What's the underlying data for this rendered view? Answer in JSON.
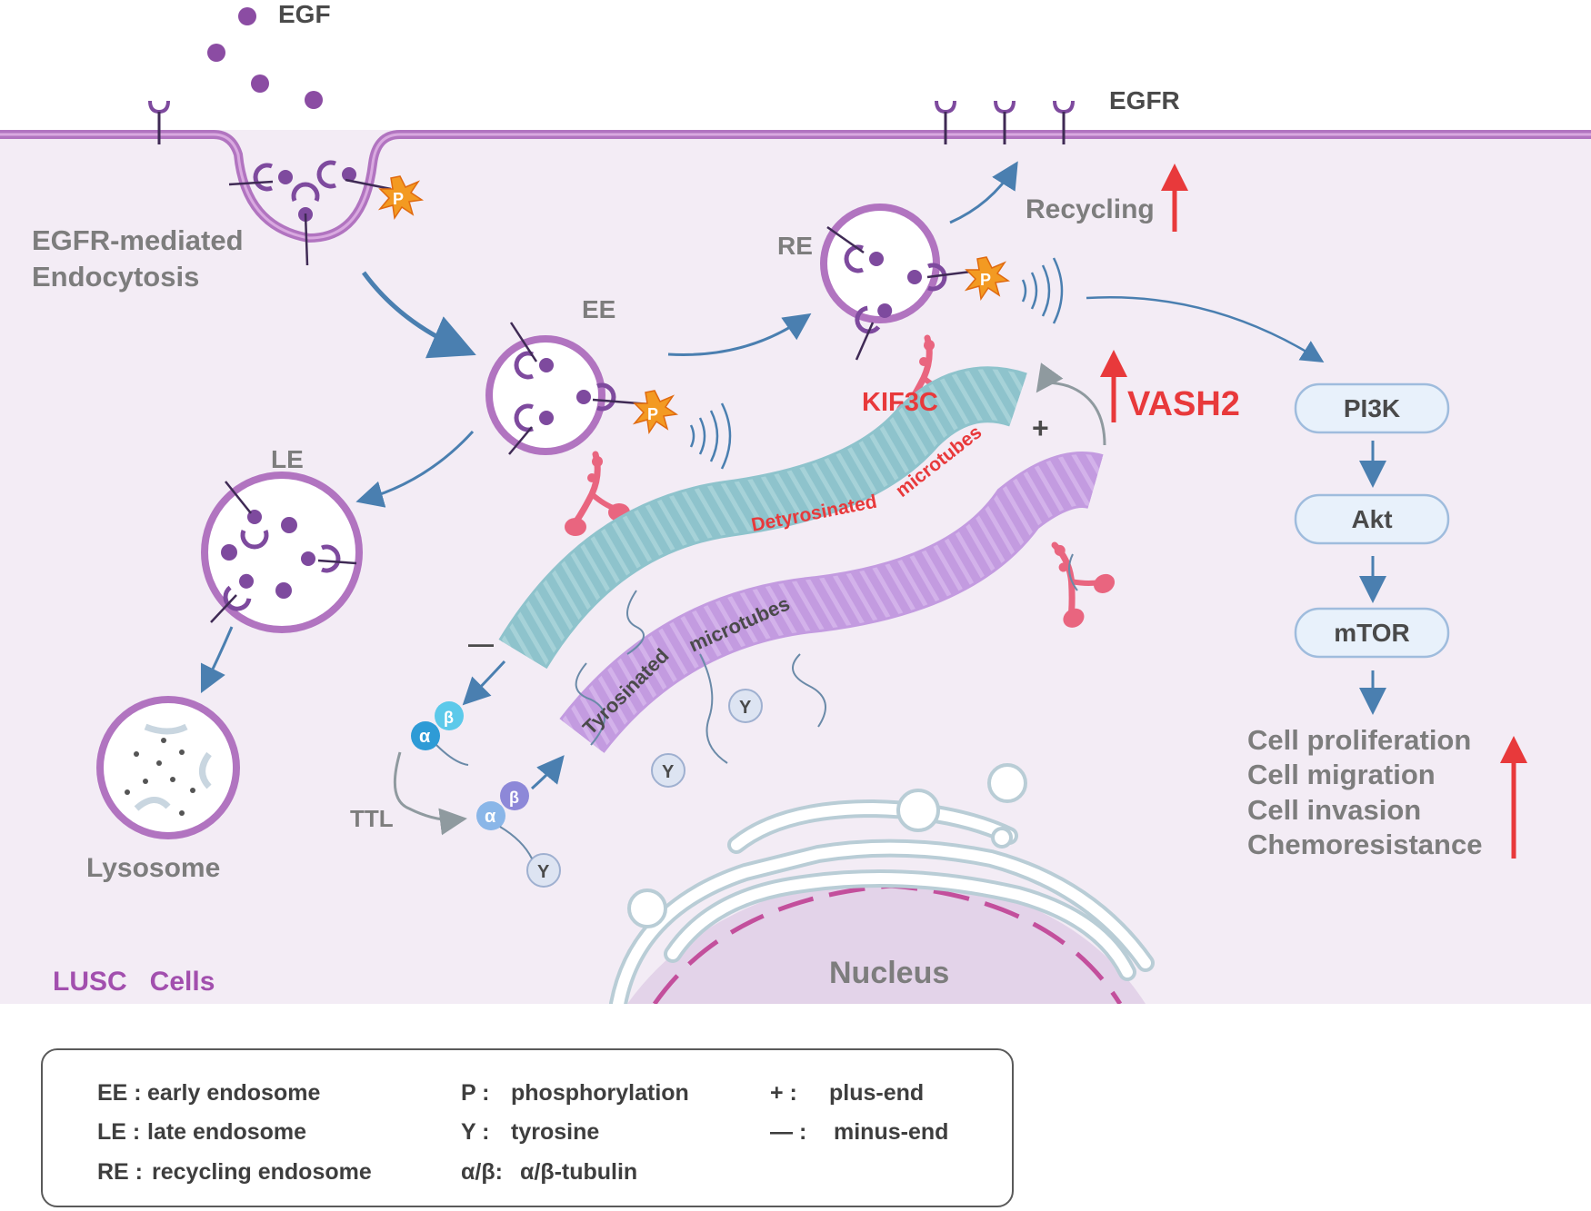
{
  "labels": {
    "egf": "EGF",
    "egfr": "EGFR",
    "endocytosis_line1": "EGFR-mediated",
    "endocytosis_line2": "Endocytosis",
    "ee": "EE",
    "le": "LE",
    "re": "RE",
    "lysosome": "Lysosome",
    "recycling": "Recycling",
    "kif3c": "KIF3C",
    "vash2": "VASH2",
    "detyrosinated_a": "Detyrosinated",
    "detyrosinated_b": "microtubes",
    "tyrosinated_a": "Tyrosinated",
    "tyrosinated_b": "microtubes",
    "ttl": "TTL",
    "nucleus": "Nucleus",
    "cell_type": "LUSC   Cells",
    "plus": "+",
    "minus": "—",
    "p": "P",
    "y": "Y",
    "alpha": "α",
    "beta": "β"
  },
  "pathway": {
    "nodes": [
      "PI3K",
      "Akt",
      "mTOR"
    ],
    "outcomes": [
      "Cell proliferation",
      "Cell migration",
      "Cell invasion",
      "Chemoresistance"
    ]
  },
  "legend": [
    {
      "key": "EE :",
      "text": "early endosome"
    },
    {
      "key": "LE :",
      "text": "late endosome"
    },
    {
      "key": "RE :",
      "text": "recycling endosome"
    },
    {
      "key": "P :",
      "text": "phosphorylation"
    },
    {
      "key": "Y :",
      "text": "tyrosine"
    },
    {
      "key": "α/β:",
      "text": "α/β-tubulin"
    },
    {
      "key": "+ :",
      "text": "plus-end"
    },
    {
      "key": "— :",
      "text": "minus-end"
    }
  ],
  "colors": {
    "cell": "#f3ecf5",
    "membrane": "#b174c0",
    "vesicle": "#b174c0",
    "receptor": "#7e4a9e",
    "arrow": "#4a7fb0",
    "red": "#e8393b",
    "kinesin": "#e9657f",
    "detyrosinated_tube": "#8ec3cc",
    "tyrosinated_tube": "#c39be0",
    "pathway_box": "#e8f1fb"
  }
}
